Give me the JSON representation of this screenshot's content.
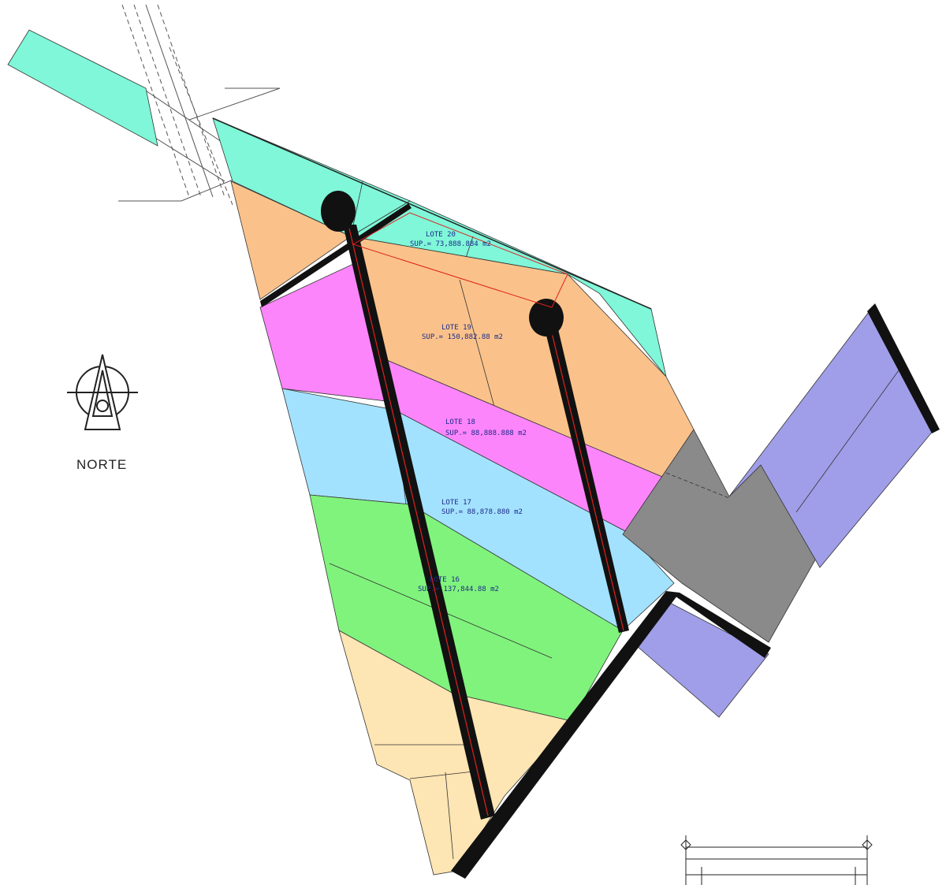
{
  "north": {
    "label": "NORTE"
  },
  "colors": {
    "aqua": "#7ff7d8",
    "orange": "#fac28a",
    "magenta": "#fd85fb",
    "lightblue": "#a3e2fe",
    "green": "#80f37c",
    "cream": "#fde5b4",
    "lavender": "#a09ee8",
    "grey": "#8a8a8a",
    "road": "#111111",
    "road_line": "#e02020",
    "text": "#1c2a8a"
  },
  "lot_labels": {
    "lote20": "LOTE 20",
    "lote20_sup": "SUP.= 73,888.884 m2",
    "lote19": "LOTE 19",
    "lote19_sup": "SUP.= 150,882.88 m2",
    "lote18": "LOTE 18",
    "lote18_sup": "SUP.= 88,888.888 m2",
    "lote17": "LOTE 17",
    "lote17_sup": "SUP.= 88,878.880 m2",
    "lote16": "LOTE 16",
    "lote16_sup": "SUP.= 137,844.88 m2"
  }
}
